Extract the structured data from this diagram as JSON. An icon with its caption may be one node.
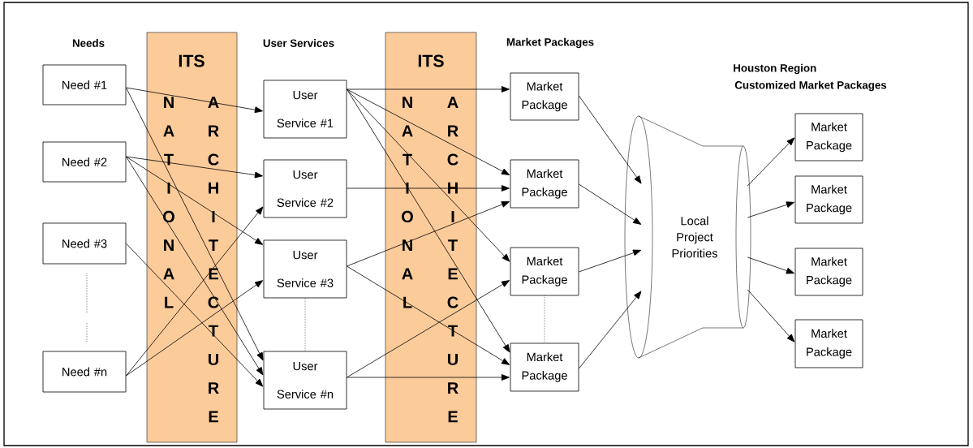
{
  "diagram": {
    "nodes": [
      {
        "text": [
          "Need #1"
        ]
      },
      {
        "text": [
          "Need #2"
        ]
      },
      {
        "text": [
          "Need #3"
        ]
      },
      {
        "text": [
          "Need #n"
        ]
      },
      {
        "text": [
          "User Service #1"
        ]
      },
      {
        "text": [
          "User Service #2"
        ]
      },
      {
        "text": [
          "User Service #3"
        ]
      },
      {
        "text": [
          "User Service #n"
        ]
      },
      {
        "text": [
          "Market Package"
        ]
      },
      {
        "text": [
          "Market Package"
        ]
      },
      {
        "text": [
          "Market Package"
        ]
      },
      {
        "text": [
          "Market Package"
        ]
      },
      {
        "text": [
          "Local Project Priorities"
        ]
      },
      {
        "text": [
          "Market Package"
        ]
      },
      {
        "text": [
          "Market Package"
        ]
      },
      {
        "text": [
          "Market Package"
        ]
      },
      {
        "text": [
          "Market Package"
        ]
      }
    ],
    "edges": [
      {
        "from": 0,
        "to": 4,
        "arrow": "to"
      },
      {
        "from": 0,
        "to": 7,
        "arrow": "to"
      },
      {
        "from": 1,
        "to": 5,
        "arrow": "to"
      },
      {
        "from": 1,
        "to": 6,
        "arrow": "to"
      },
      {
        "from": 1,
        "to": 7,
        "arrow": "to"
      },
      {
        "from": 2,
        "to": 7,
        "arrow": "to"
      },
      {
        "from": 3,
        "to": 5,
        "arrow": "to"
      },
      {
        "from": 3,
        "to": 6,
        "arrow": "to"
      },
      {
        "from": 4,
        "to": 8,
        "arrow": "to"
      },
      {
        "from": 4,
        "to": 9,
        "arrow": "to"
      },
      {
        "from": 4,
        "to": 10,
        "arrow": "to"
      },
      {
        "from": 4,
        "to": 11,
        "arrow": "to"
      },
      {
        "from": 5,
        "to": 9,
        "arrow": "to"
      },
      {
        "from": 6,
        "to": 9,
        "arrow": "to"
      },
      {
        "from": 6,
        "to": 11,
        "arrow": "to"
      },
      {
        "from": 7,
        "to": 10,
        "arrow": "to"
      },
      {
        "from": 7,
        "to": 11,
        "arrow": "to"
      },
      {
        "from": 8,
        "to": 12,
        "arrow": "to"
      },
      {
        "from": 9,
        "to": 12,
        "arrow": "to"
      },
      {
        "from": 10,
        "to": 12,
        "arrow": "to"
      },
      {
        "from": 11,
        "to": 12,
        "arrow": "to"
      },
      {
        "from": 12,
        "to": 13,
        "arrow": "to"
      },
      {
        "from": 12,
        "to": 14,
        "arrow": "to"
      },
      {
        "from": 12,
        "to": 15,
        "arrow": "to"
      },
      {
        "from": 12,
        "to": 16,
        "arrow": "to"
      },
      {
        "from": 6,
        "to": 7,
        "arrow": "none",
        "style": "dashed"
      },
      {
        "from": 10,
        "to": 11,
        "arrow": "none",
        "style": "dashed"
      }
    ],
    "labels": [
      "Needs",
      "ITS",
      "NATIONAL",
      "ARCHITECTURE",
      "User Services",
      "ITS",
      "NATIONAL",
      "ARCHITECTURE",
      "Market Packages",
      "Houston Region",
      "Customized Market Packages"
    ]
  }
}
